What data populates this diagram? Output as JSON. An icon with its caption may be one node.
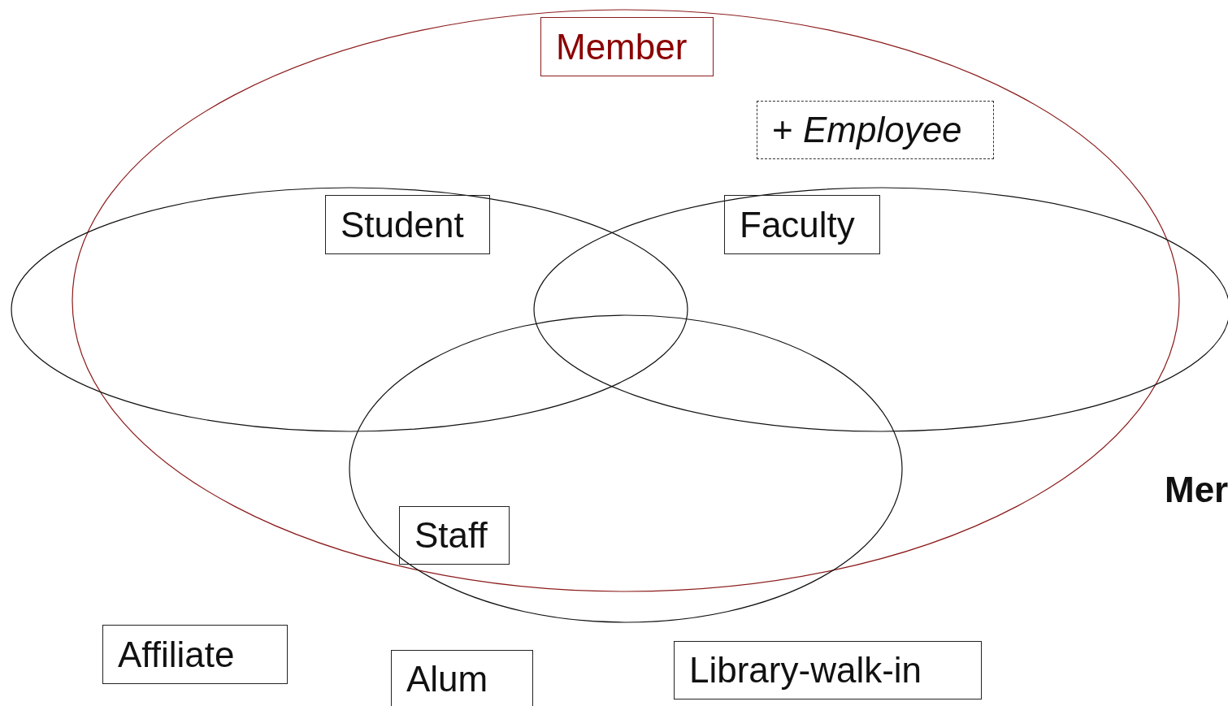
{
  "diagram": {
    "nodes": [
      {
        "text": [
          "Member"
        ]
      },
      {
        "text": [
          "+ *Employee*"
        ]
      },
      {
        "text": [
          "Student"
        ]
      },
      {
        "text": [
          "Faculty"
        ]
      },
      {
        "text": [
          "Staff"
        ]
      },
      {
        "text": [
          "Affiliate"
        ]
      },
      {
        "text": [
          "Alum"
        ]
      },
      {
        "text": [
          "Library-walk-in"
        ]
      }
    ],
    "labels": [
      "Mer"
    ]
  }
}
